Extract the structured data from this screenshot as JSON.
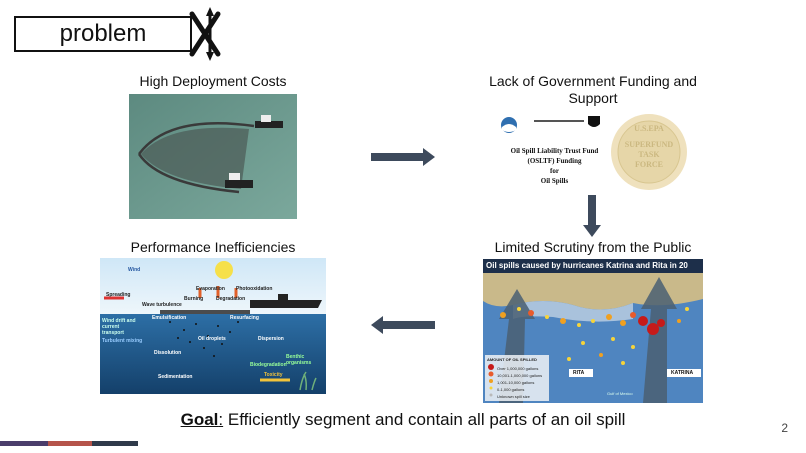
{
  "slide": {
    "title": "problem",
    "page_number": "2",
    "goal_label": "Goal",
    "goal_colon": ":",
    "goal_text": " Efficiently segment and contain all parts of an oil spill"
  },
  "quadrants": {
    "top_left": {
      "caption": "High Deployment Costs"
    },
    "top_right": {
      "caption_line1": "Lack of Government Funding and",
      "caption_line2": "Support",
      "doc_line1": "Oil Spill Liability Trust Fund",
      "doc_line2": "(OSLTF) Funding",
      "doc_line3": "for",
      "doc_line4": "Oil Spills",
      "seal_top": "U.S.EPA",
      "seal_mid1": "SUPERFUND",
      "seal_mid2": "TASK",
      "seal_mid3": "FORCE"
    },
    "bottom_left": {
      "caption": "Performance Inefficiencies",
      "labels": {
        "wind": "Wind",
        "spreading": "Spreading",
        "wave": "Wave turbulence",
        "evaporation": "Evaporation",
        "photo": "Photooxidation",
        "burning": "Burning",
        "degradation": "Degradation",
        "emulsification": "Emulsification",
        "resurfacing": "Resurfacing",
        "drift": "Wind drift and current transport",
        "turbulent": "Turbulent mixing",
        "oil_droplets": "Oil droplets",
        "dispersion": "Dispersion",
        "dissolution": "Dissolution",
        "biodegradation": "Biodegradation",
        "sedimentation": "Sedimentation",
        "benthic": "Benthic organisms",
        "toxicity": "Toxicity"
      }
    },
    "bottom_right": {
      "caption": "Limited Scrutiny from the Public",
      "map_title": "Oil spills caused by hurricanes Katrina and Rita in 20",
      "rita": "RITA",
      "katrina": "KATRINA",
      "gulf": "Gulf of Mexico",
      "legend_title": "AMOUNT OF OIL SPILLED",
      "legend": [
        "Over 1,000,000 gallons",
        "10,001-1,000,000 gallons",
        "1,001-10,000 gallons",
        "0-1,000 gallons",
        "Unknown spill size"
      ]
    }
  },
  "colors": {
    "arrow": "#3d4a5c",
    "footer": [
      "#4a3d6b",
      "#b5544a",
      "#2f3a4a"
    ]
  }
}
